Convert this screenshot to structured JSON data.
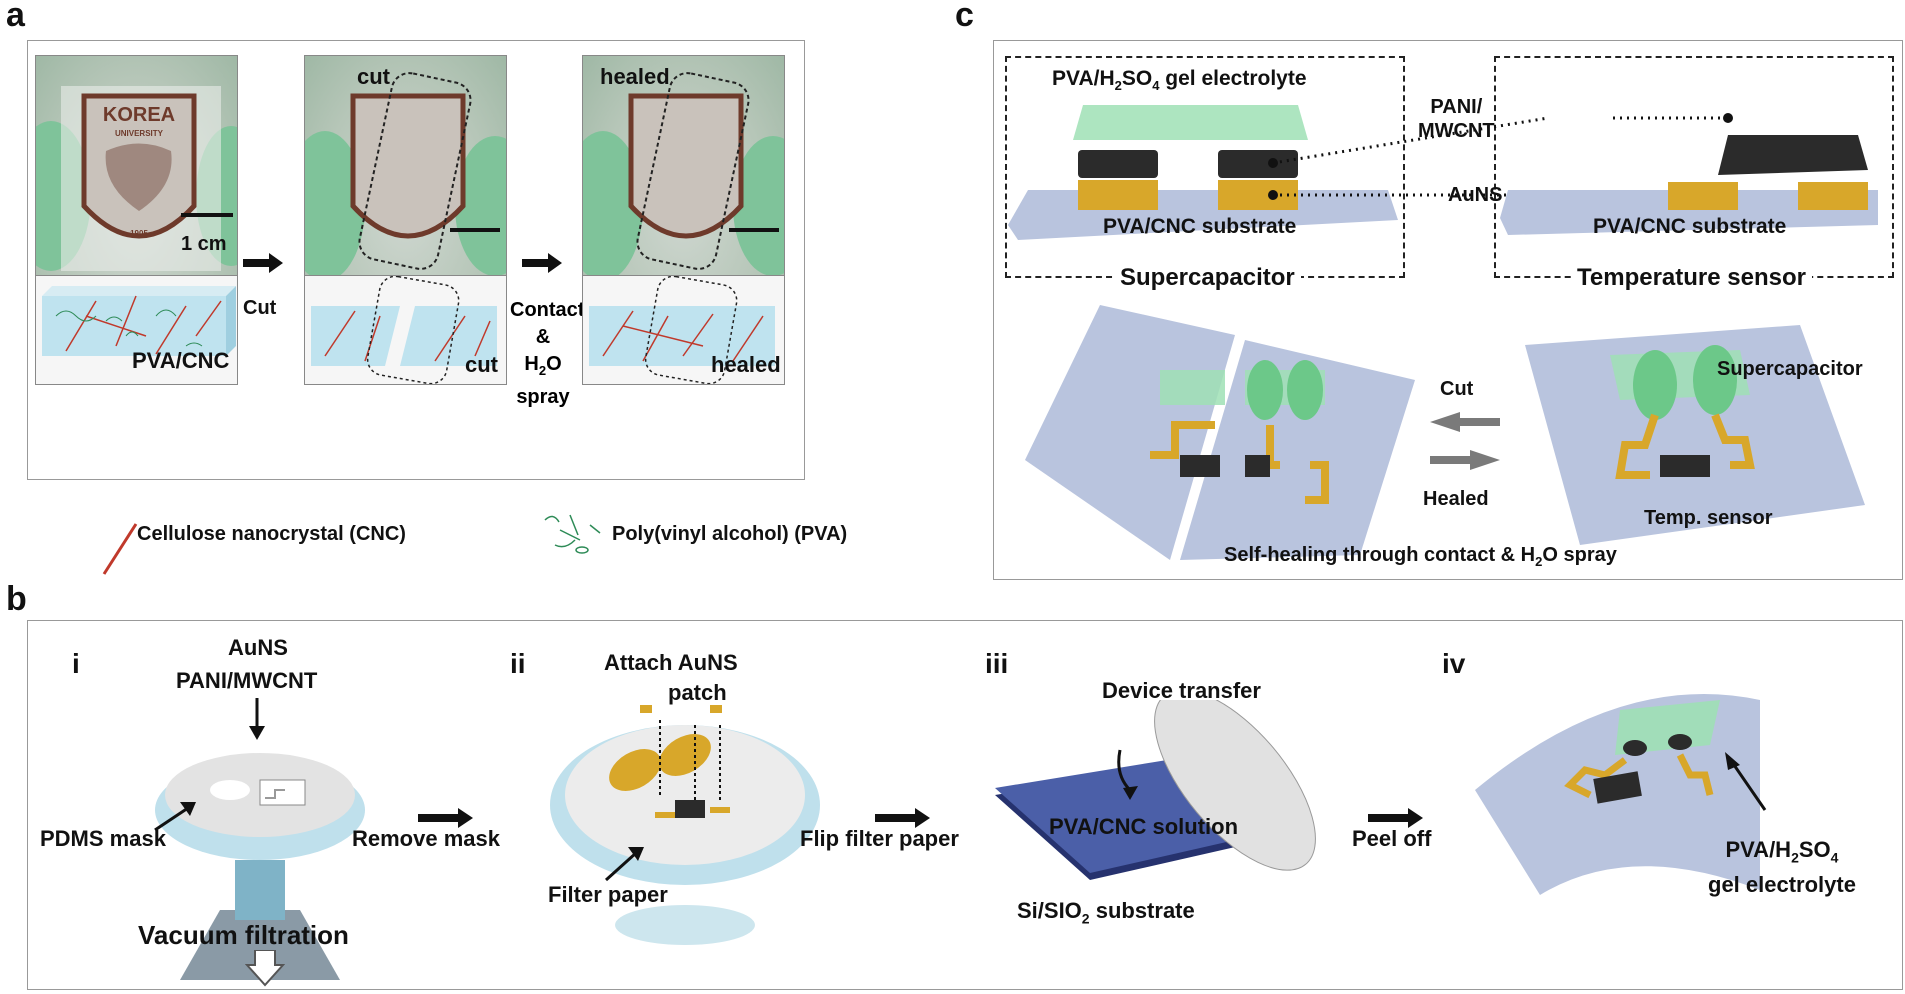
{
  "panels": {
    "a": "a",
    "b": "b",
    "c": "c"
  },
  "panel_a": {
    "photo1": {
      "top_text": "KOREA",
      "sub_text": "UNIVERSITY",
      "year": "1905",
      "scale": "1 cm",
      "bottom_label": "PVA/CNC"
    },
    "arrow1": "Cut",
    "photo2": {
      "top_label": "cut",
      "bottom_label": "cut"
    },
    "arrow2": [
      "Contact",
      "&",
      "H",
      "2",
      "O",
      "spray"
    ],
    "photo3": {
      "top_label": "healed",
      "bottom_label": "healed"
    },
    "legend": {
      "cnc": "Cellulose nanocrystal (CNC)",
      "pva": "Poly(vinyl alcohol) (PVA)"
    }
  },
  "panel_b": {
    "steps": [
      "i",
      "ii",
      "iii",
      "iv"
    ],
    "step1": {
      "auns": "AuNS",
      "pani": "PANI/MWCNT",
      "mask": "PDMS mask",
      "vacuum": "Vacuum filtration"
    },
    "arrow1": "Remove mask",
    "step2": {
      "attach1": "Attach AuNS",
      "attach2": "patch",
      "filter": "Filter paper"
    },
    "arrow2": "Flip filter paper",
    "step3": {
      "transfer": "Device transfer",
      "solution": "PVA/CNC solution",
      "substrate_pre": "Si/SIO",
      "substrate_sub": "2",
      "substrate_post": " substrate"
    },
    "arrow3": "Peel off",
    "step4": {
      "gel1_pre": "PVA/H",
      "gel1_sub": "2",
      "gel1_post": "SO",
      "gel1_sub2": "4",
      "gel2": "gel electrolyte"
    }
  },
  "panel_c": {
    "gel_pre": "PVA/H",
    "gel_sub": "2",
    "gel_mid": "SO",
    "gel_sub2": "4",
    "gel_post": " gel electrolyte",
    "pani1": "PANI/",
    "pani2": "MWCNT",
    "auns": "AuNS",
    "substrate": "PVA/CNC substrate",
    "supercap_title": "Supercapacitor",
    "sensor_title": "Temperature sensor",
    "cut": "Cut",
    "healed": "Healed",
    "supercap_label": "Supercapacitor",
    "temp_label": "Temp. sensor",
    "caption_pre": "Self-healing through contact & H",
    "caption_sub": "2",
    "caption_post": "O spray"
  },
  "colors": {
    "cnc": "#c0392b",
    "pva": "#2e8b57",
    "substrate": "#b9c4de",
    "gold": "#d8a72a",
    "black": "#2b2b2b",
    "gel": "#9fe0b5",
    "blue_substrate": "#26326e"
  }
}
